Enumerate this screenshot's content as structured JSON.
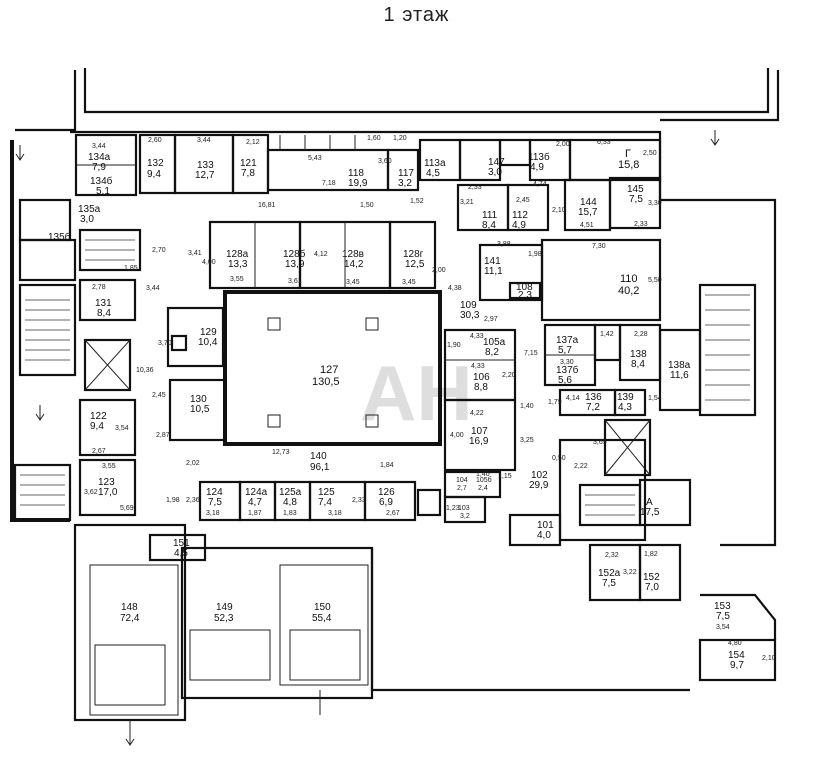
{
  "title": "1 этаж",
  "watermark": "АН",
  "rooms": [
    {
      "id": "134a",
      "num": "134а",
      "area": "7,9"
    },
    {
      "id": "134b",
      "num": "134б",
      "area": "5,1"
    },
    {
      "id": "135a",
      "num": "135а",
      "area": "3,0"
    },
    {
      "id": "135b",
      "num": "135б",
      "area": ""
    },
    {
      "id": "132",
      "num": "132",
      "area": "9,4"
    },
    {
      "id": "133",
      "num": "133",
      "area": "12,7"
    },
    {
      "id": "121",
      "num": "121",
      "area": "7,8"
    },
    {
      "id": "118",
      "num": "118",
      "area": "19,9"
    },
    {
      "id": "117",
      "num": "117",
      "area": "3,2"
    },
    {
      "id": "113a",
      "num": "113а",
      "area": "4,5"
    },
    {
      "id": "147",
      "num": "147",
      "area": "3,0"
    },
    {
      "id": "113b",
      "num": "113б",
      "area": "4,9"
    },
    {
      "id": "g",
      "num": "Г",
      "area": "15,8"
    },
    {
      "id": "145",
      "num": "145",
      "area": "7,5"
    },
    {
      "id": "144",
      "num": "144",
      "area": "15,7"
    },
    {
      "id": "111",
      "num": "111",
      "area": "8,4"
    },
    {
      "id": "112",
      "num": "112",
      "area": "4,9"
    },
    {
      "id": "128a",
      "num": "128а",
      "area": "13,3"
    },
    {
      "id": "128b",
      "num": "128б",
      "area": "13,9"
    },
    {
      "id": "128v",
      "num": "128в",
      "area": "14,2"
    },
    {
      "id": "128g",
      "num": "128г",
      "area": "12,5"
    },
    {
      "id": "141",
      "num": "141",
      "area": "11,1"
    },
    {
      "id": "110",
      "num": "110",
      "area": "40,2"
    },
    {
      "id": "108",
      "num": "108",
      "area": "2,3"
    },
    {
      "id": "109",
      "num": "109",
      "area": "30,3"
    },
    {
      "id": "105a",
      "num": "105а",
      "area": "8,2"
    },
    {
      "id": "137a",
      "num": "137а",
      "area": "5,7"
    },
    {
      "id": "137b",
      "num": "137б",
      "area": "5,6"
    },
    {
      "id": "138",
      "num": "138",
      "area": "8,4"
    },
    {
      "id": "138a",
      "num": "138а",
      "area": "11,6"
    },
    {
      "id": "106",
      "num": "106",
      "area": "8,8"
    },
    {
      "id": "136",
      "num": "136",
      "area": "7,2"
    },
    {
      "id": "139",
      "num": "139",
      "area": "4,3"
    },
    {
      "id": "131",
      "num": "131",
      "area": "8,4"
    },
    {
      "id": "129",
      "num": "129",
      "area": "10,4"
    },
    {
      "id": "127",
      "num": "127",
      "area": "130,5"
    },
    {
      "id": "130",
      "num": "130",
      "area": "10,5"
    },
    {
      "id": "122",
      "num": "122",
      "area": "9,4"
    },
    {
      "id": "107",
      "num": "107",
      "area": "16,9"
    },
    {
      "id": "140",
      "num": "140",
      "area": "96,1"
    },
    {
      "id": "123",
      "num": "123",
      "area": "17,0"
    },
    {
      "id": "124",
      "num": "124",
      "area": "7,5"
    },
    {
      "id": "124a",
      "num": "124а",
      "area": "4,7"
    },
    {
      "id": "125a",
      "num": "125а",
      "area": "4,8"
    },
    {
      "id": "125",
      "num": "125",
      "area": "7,4"
    },
    {
      "id": "126",
      "num": "126",
      "area": "6,9"
    },
    {
      "id": "104",
      "num": "104",
      "area": "2,7"
    },
    {
      "id": "105b",
      "num": "105б",
      "area": "2,4"
    },
    {
      "id": "103",
      "num": "103",
      "area": "3,2"
    },
    {
      "id": "102",
      "num": "102",
      "area": "29,9"
    },
    {
      "id": "a",
      "num": "А",
      "area": "17,5"
    },
    {
      "id": "101",
      "num": "101",
      "area": "4,0"
    },
    {
      "id": "151",
      "num": "151",
      "area": "4,5"
    },
    {
      "id": "152a",
      "num": "152а",
      "area": "7,5"
    },
    {
      "id": "152",
      "num": "152",
      "area": "7,0"
    },
    {
      "id": "148",
      "num": "148",
      "area": "72,4"
    },
    {
      "id": "149",
      "num": "149",
      "area": "52,3"
    },
    {
      "id": "150",
      "num": "150",
      "area": "55,4"
    },
    {
      "id": "153",
      "num": "153",
      "area": "7,5"
    },
    {
      "id": "154",
      "num": "154",
      "area": "9,7"
    }
  ],
  "dimensions": [
    "3,44",
    "2,60",
    "3,44",
    "2,12",
    "1,60",
    "1,20",
    "2,00",
    "6,33",
    "2,50",
    "5,43",
    "3,60",
    "7,18",
    "16,81",
    "1,50",
    "1,52",
    "3,21",
    "2,33",
    "2,45",
    "4,74",
    "2,10",
    "4,51",
    "3,30",
    "2,33",
    "3,41",
    "4,00",
    "4,12",
    "3,55",
    "3,61",
    "3,45",
    "3,45",
    "2,00",
    "4,38",
    "3,88",
    "1,98",
    "7,30",
    "5,50",
    "2,78",
    "3,44",
    "2,70",
    "1,85",
    "2,97",
    "4,33",
    "1,90",
    "4,33",
    "7,15",
    "3,30",
    "1,42",
    "2,28",
    "3,70",
    "2,45",
    "10,36",
    "2,87",
    "4,22",
    "2,20",
    "1,40",
    "1,79",
    "4,14",
    "1,54",
    "3,54",
    "2,67",
    "3,55",
    "3,62",
    "2,02",
    "12,73",
    "1,84",
    "4,00",
    "3,25",
    "3,65",
    "0,50",
    "2,22",
    "1,98",
    "2,36",
    "3,18",
    "1,87",
    "1,83",
    "3,18",
    "2,33",
    "2,67",
    "1,40",
    "5,69",
    "2,32",
    "1,82",
    "3,22",
    "3,54",
    "4,80",
    "2,10",
    "1,23",
    "1,15"
  ]
}
